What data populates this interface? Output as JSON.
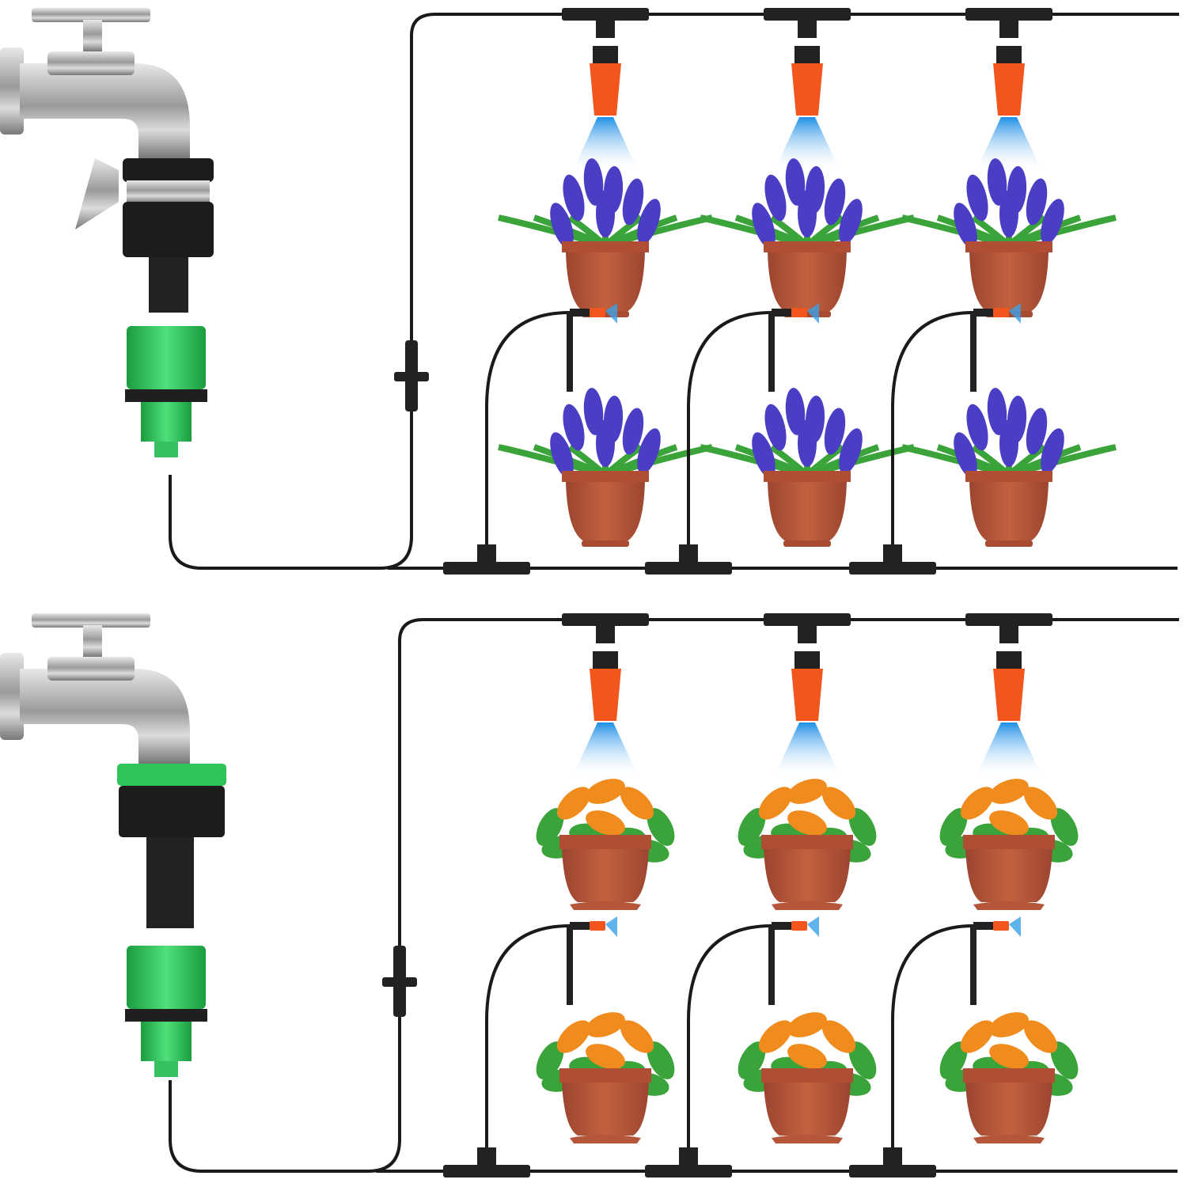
{
  "diagram": {
    "panels": [
      {
        "id": "top",
        "plant": "lavender",
        "faucet_adapter": "chrome-clamp-adapter"
      },
      {
        "id": "bottom",
        "plant": "croton",
        "faucet_adapter": "threaded-adapter"
      }
    ],
    "sprinklers_per_row": 3,
    "icons": [
      "faucet-icon",
      "hose-connector-icon",
      "mist-sprinkler-icon",
      "drip-stake-icon",
      "potted-plant-icon",
      "tee-connector-icon",
      "valve-icon"
    ]
  },
  "colors": {
    "tube": "#1a1a1a",
    "nozzle": "#f2561d",
    "mist": "#3aa0e8",
    "connector_green": "#2fc45a",
    "pot": "#b5553a",
    "flower_blue": "#4a3fc4",
    "leaf_green": "#3aa33a",
    "leaf_orange": "#f08c1e",
    "chrome": "#b8b8b8"
  }
}
